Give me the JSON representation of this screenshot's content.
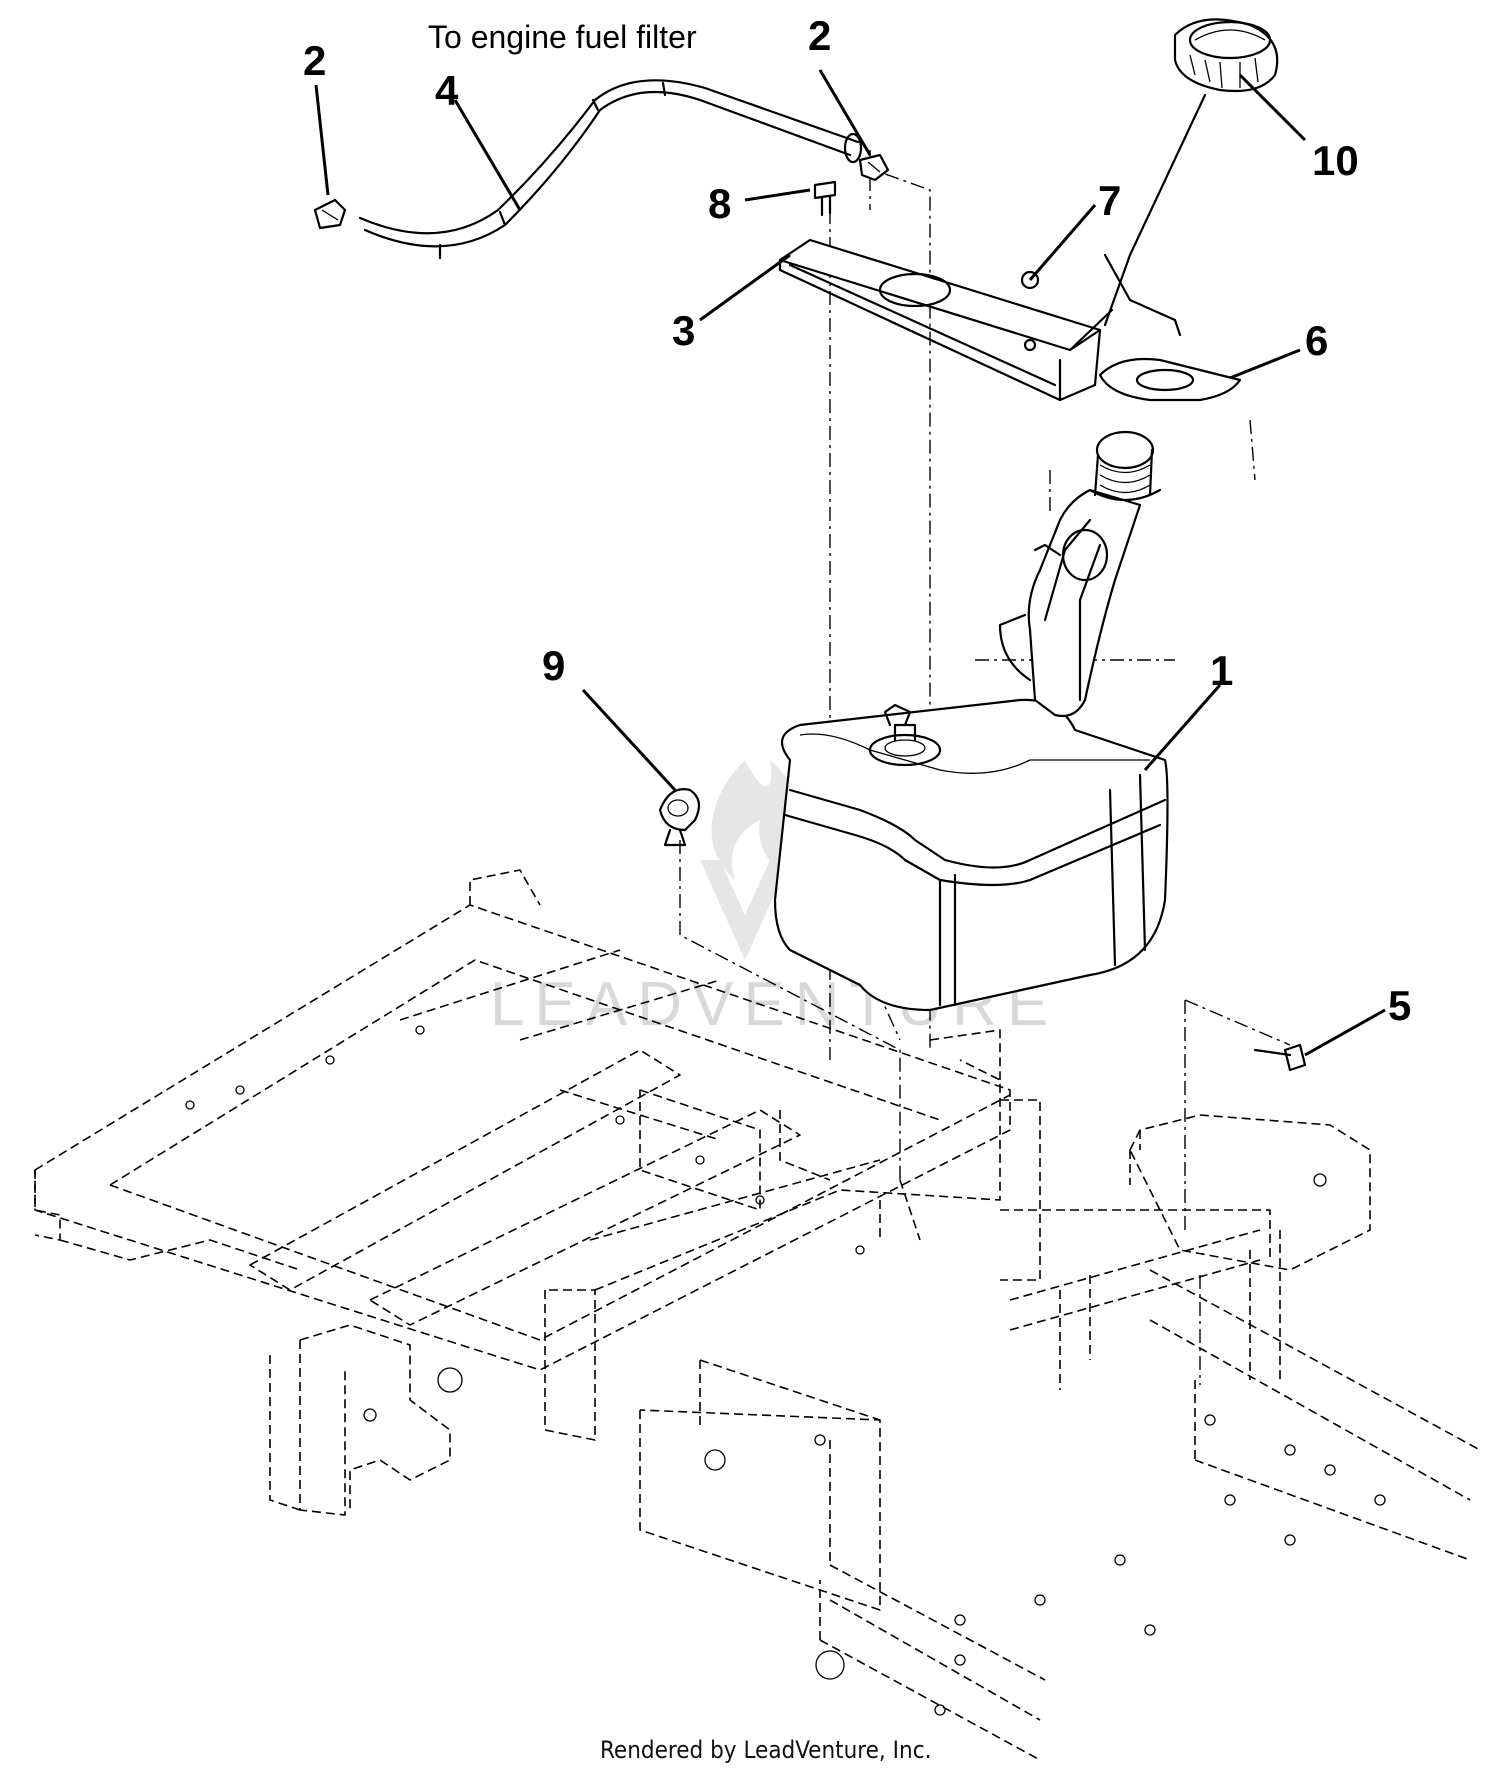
{
  "note": {
    "text": "To engine fuel filter"
  },
  "callouts": [
    {
      "id": "c2a",
      "label": "2"
    },
    {
      "id": "c4",
      "label": "4"
    },
    {
      "id": "c2b",
      "label": "2"
    },
    {
      "id": "c8",
      "label": "8"
    },
    {
      "id": "c7",
      "label": "7"
    },
    {
      "id": "c10",
      "label": "10"
    },
    {
      "id": "c3",
      "label": "3"
    },
    {
      "id": "c6",
      "label": "6"
    },
    {
      "id": "c9",
      "label": "9"
    },
    {
      "id": "c1",
      "label": "1"
    },
    {
      "id": "c5",
      "label": "5"
    }
  ],
  "watermark": {
    "text": "LEADVENTURE"
  },
  "footer": {
    "text": "Rendered by LeadVenture, Inc."
  }
}
